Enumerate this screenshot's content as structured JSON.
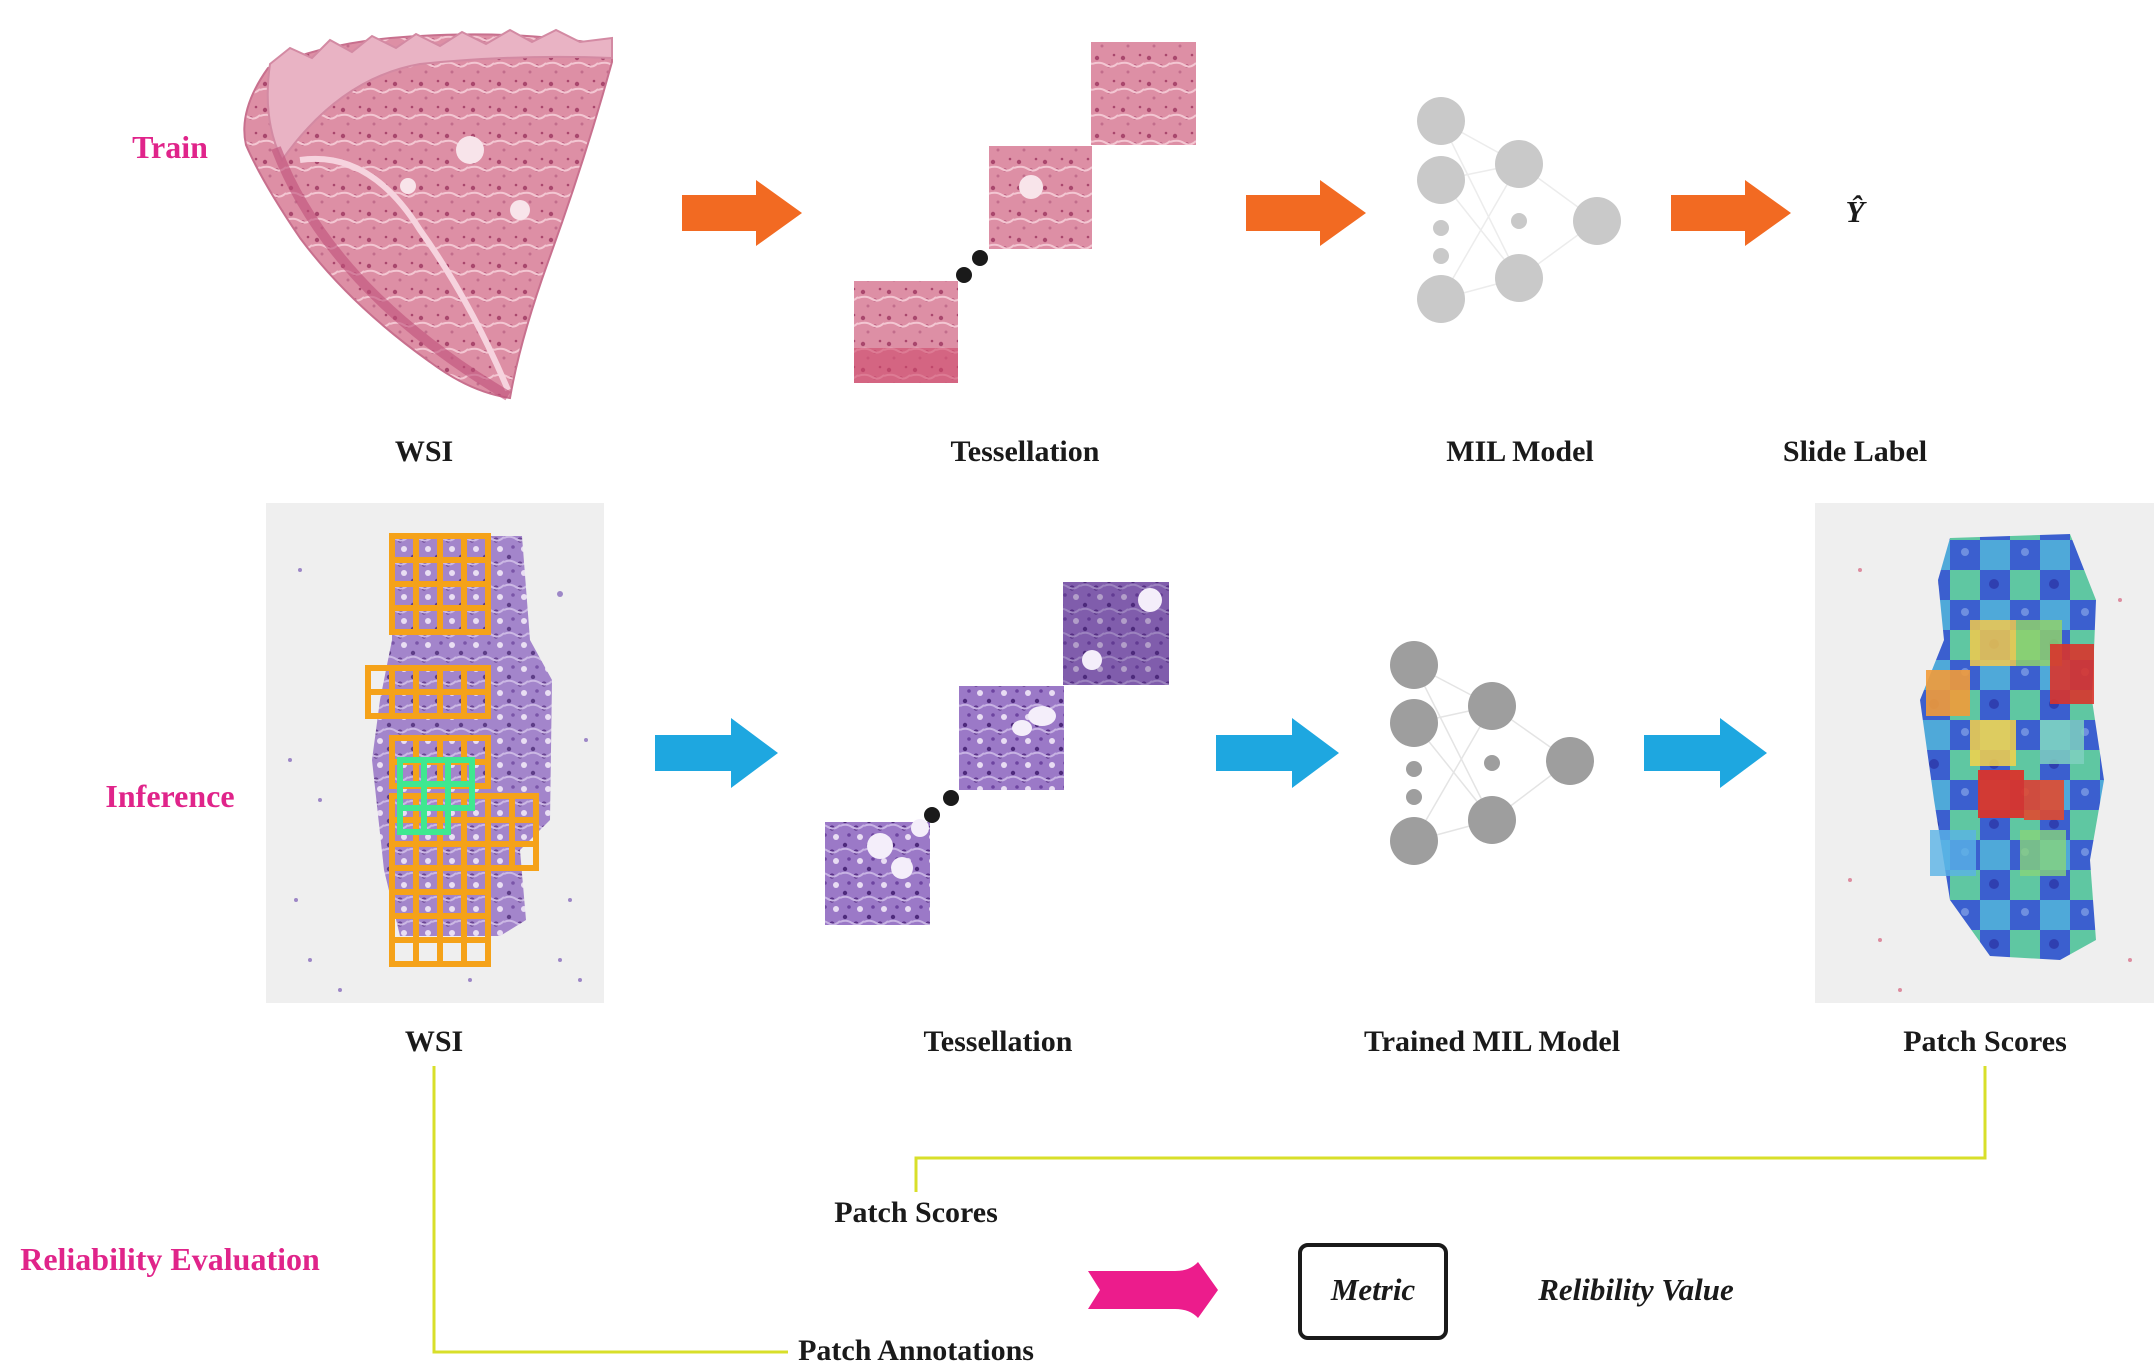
{
  "stages": {
    "train": "Train",
    "inference": "Inference",
    "reliability": "Reliability Evaluation"
  },
  "train_row": {
    "wsi": "WSI",
    "tessellation": "Tessellation",
    "model": "MIL Model",
    "output": "Slide Label",
    "output_symbol": "Ŷ"
  },
  "inference_row": {
    "wsi": "WSI",
    "tessellation": "Tessellation",
    "model": "Trained MIL Model",
    "output": "Patch Scores"
  },
  "reliability_row": {
    "input_scores": "Patch Scores",
    "input_annotations": "Patch Annotations",
    "metric": "Metric",
    "result": "Relibility Value"
  },
  "colors": {
    "train_arrow": "#f26a22",
    "inference_arrow": "#1ea7e0",
    "reliability_arrow": "#ec1c8c",
    "connector": "#d8df2a",
    "stage_label": "#e0248a",
    "patch_grid": "#f5a219",
    "patch_highlight": "#3fe890",
    "node_train": "#c9c9c9",
    "node_inference": "#9e9e9e"
  }
}
